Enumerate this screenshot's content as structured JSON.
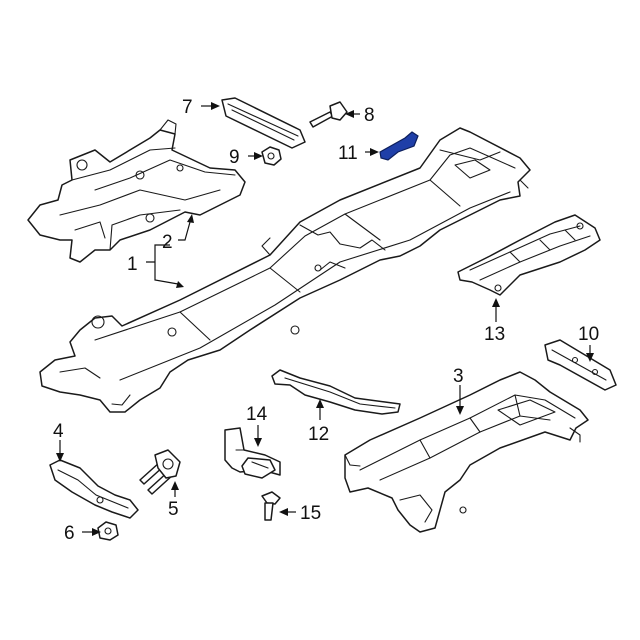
{
  "diagram": {
    "highlight_color": "#1f3fa8",
    "line_color": "#1a1a1a",
    "background": "#ffffff",
    "callouts": {
      "c1": "1",
      "c2": "2",
      "c3": "3",
      "c4": "4",
      "c5": "5",
      "c6": "6",
      "c7": "7",
      "c8": "8",
      "c9": "9",
      "c10": "10",
      "c11": "11",
      "c12": "12",
      "c13": "13",
      "c14": "14",
      "c15": "15"
    }
  }
}
